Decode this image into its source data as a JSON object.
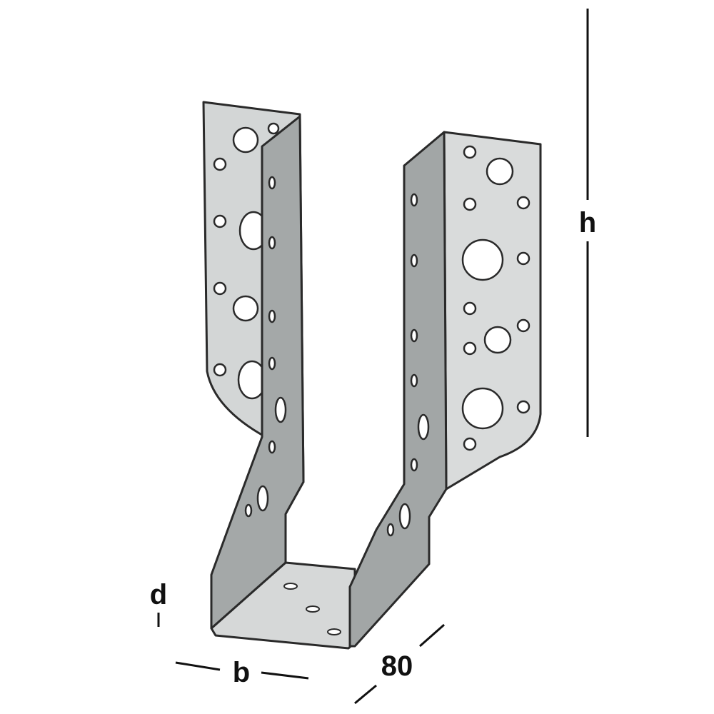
{
  "dimensions": {
    "height_label": "h",
    "depth_label": "d",
    "width_label": "b",
    "flange_length_label": "80"
  },
  "colors": {
    "outline": "#2a2a2a",
    "face_light": "#d7d9d9",
    "face_mid": "#c3c6c6",
    "face_dark": "#9ea2a2",
    "hole_fill": "#ffffff",
    "dimension_line": "#111111"
  }
}
